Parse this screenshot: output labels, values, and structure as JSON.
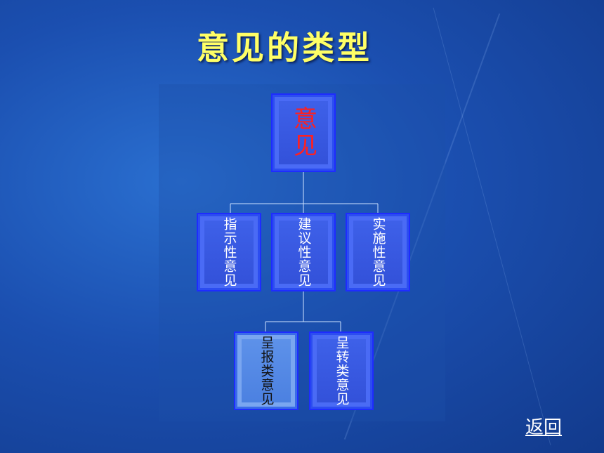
{
  "slide": {
    "title": "意见的类型",
    "back_label": "返回"
  },
  "diagram": {
    "root": "意见",
    "level1": [
      "指示性意见",
      "建议性意见",
      "实施性意见"
    ],
    "level2": [
      "呈报类意见",
      "呈转类意见"
    ]
  },
  "colors": {
    "title": "#ffff66",
    "root_text": "#ff2020",
    "box_border": "#1e2cff"
  }
}
